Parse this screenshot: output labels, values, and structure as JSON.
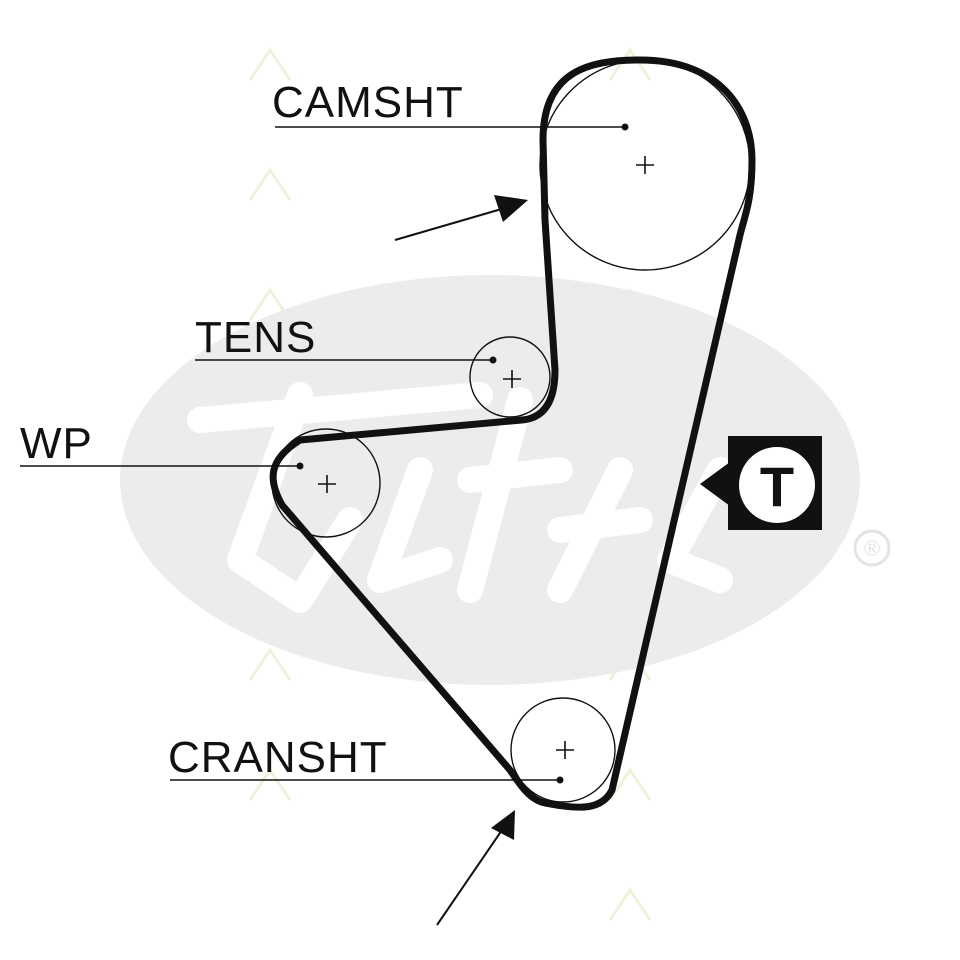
{
  "colors": {
    "ink": "#111111",
    "background": "#ffffff",
    "watermark": "#ececec",
    "watermark_pattern": "#eef2dc"
  },
  "watermark": {
    "brand": "Gates",
    "registered_mark": "®"
  },
  "labels": {
    "camshaft": "CAMSHT",
    "tensioner": "TENS",
    "water_pump": "WP",
    "crankshaft": "CRANSHT"
  },
  "tension_badge": {
    "letter": "T"
  },
  "icons": {
    "direction_arrows": "arrow-head-icon",
    "center_marks": "plus-icon"
  }
}
